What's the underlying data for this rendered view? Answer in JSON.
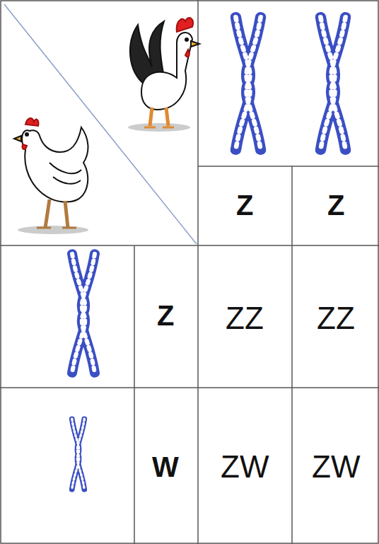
{
  "diagram": {
    "labels": [
      "Z",
      "Z",
      "Z",
      "ZZ",
      "ZZ",
      "W",
      "ZW",
      "ZW"
    ]
  }
}
